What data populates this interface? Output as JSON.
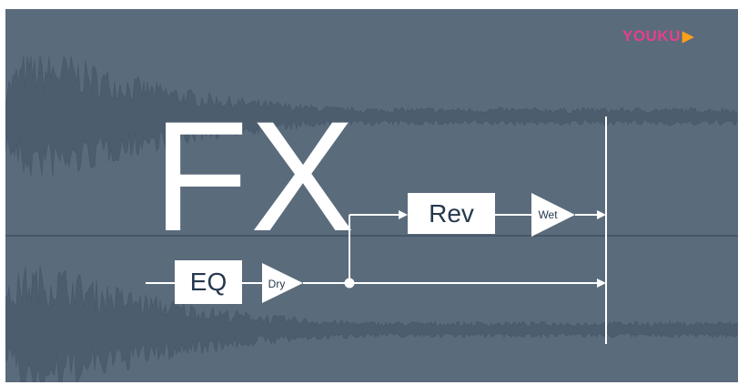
{
  "diagram": {
    "title": "FX",
    "blocks": {
      "eq": "EQ",
      "rev": "Rev"
    },
    "gains": {
      "dry": "Dry",
      "wet": "Wet"
    }
  },
  "branding": {
    "logo_text": "YOUKU",
    "logo_icon": "play-triangle-icon"
  },
  "colors": {
    "background": "#5a6b7c",
    "waveform": "#4a5b6c",
    "lines": "#ffffff",
    "box_text": "#25384c",
    "logo_pink": "#e83e8c",
    "logo_orange": "#ff9f1c"
  }
}
